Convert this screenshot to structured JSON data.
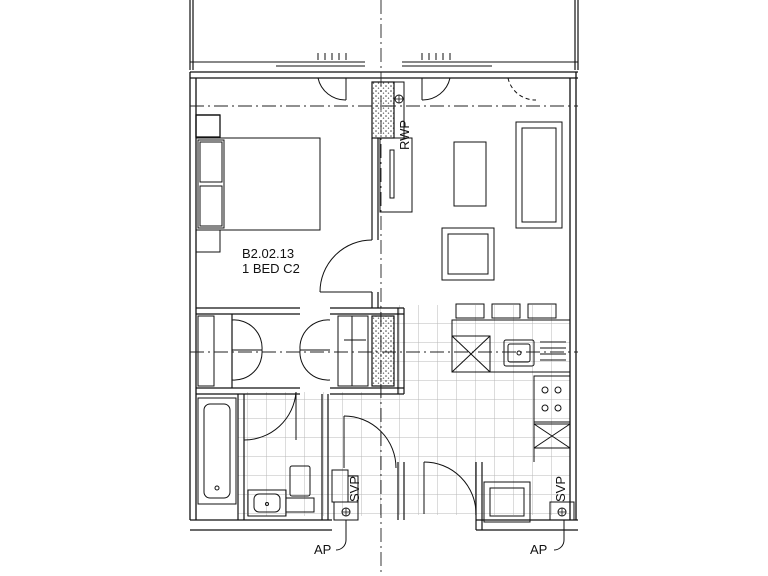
{
  "unit": {
    "code": "B2.02.13",
    "type": "1 BED C2"
  },
  "labels": {
    "rwp": "RWP",
    "svp_left": "SVP",
    "svp_right": "SVP",
    "ap_left": "AP",
    "ap_right": "AP"
  },
  "colors": {
    "line": "#111111",
    "axis": "#222222",
    "grid": "#b8b8b8",
    "stipple": "#555555"
  }
}
